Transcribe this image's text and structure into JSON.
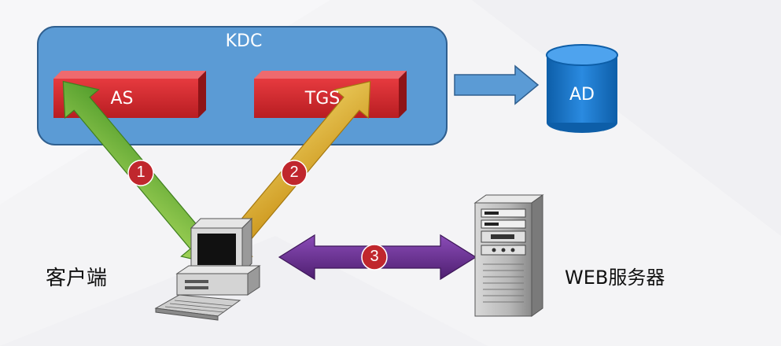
{
  "kdc": {
    "label": "KDC"
  },
  "as": {
    "label": "AS"
  },
  "tgs": {
    "label": "TGS"
  },
  "ad": {
    "label": "AD"
  },
  "client": {
    "label": "客户端"
  },
  "web_server": {
    "label": "WEB服务器"
  },
  "steps": [
    "1",
    "2",
    "3"
  ],
  "colors": {
    "kdc_fill": "#5b9bd5",
    "box_red": "#d9262b",
    "arrow_green": "#7cc242",
    "arrow_gold": "#d4a72c",
    "arrow_purple": "#6a2d91",
    "ad_blue": "#1f78c8",
    "badge_red": "#c0272d"
  }
}
